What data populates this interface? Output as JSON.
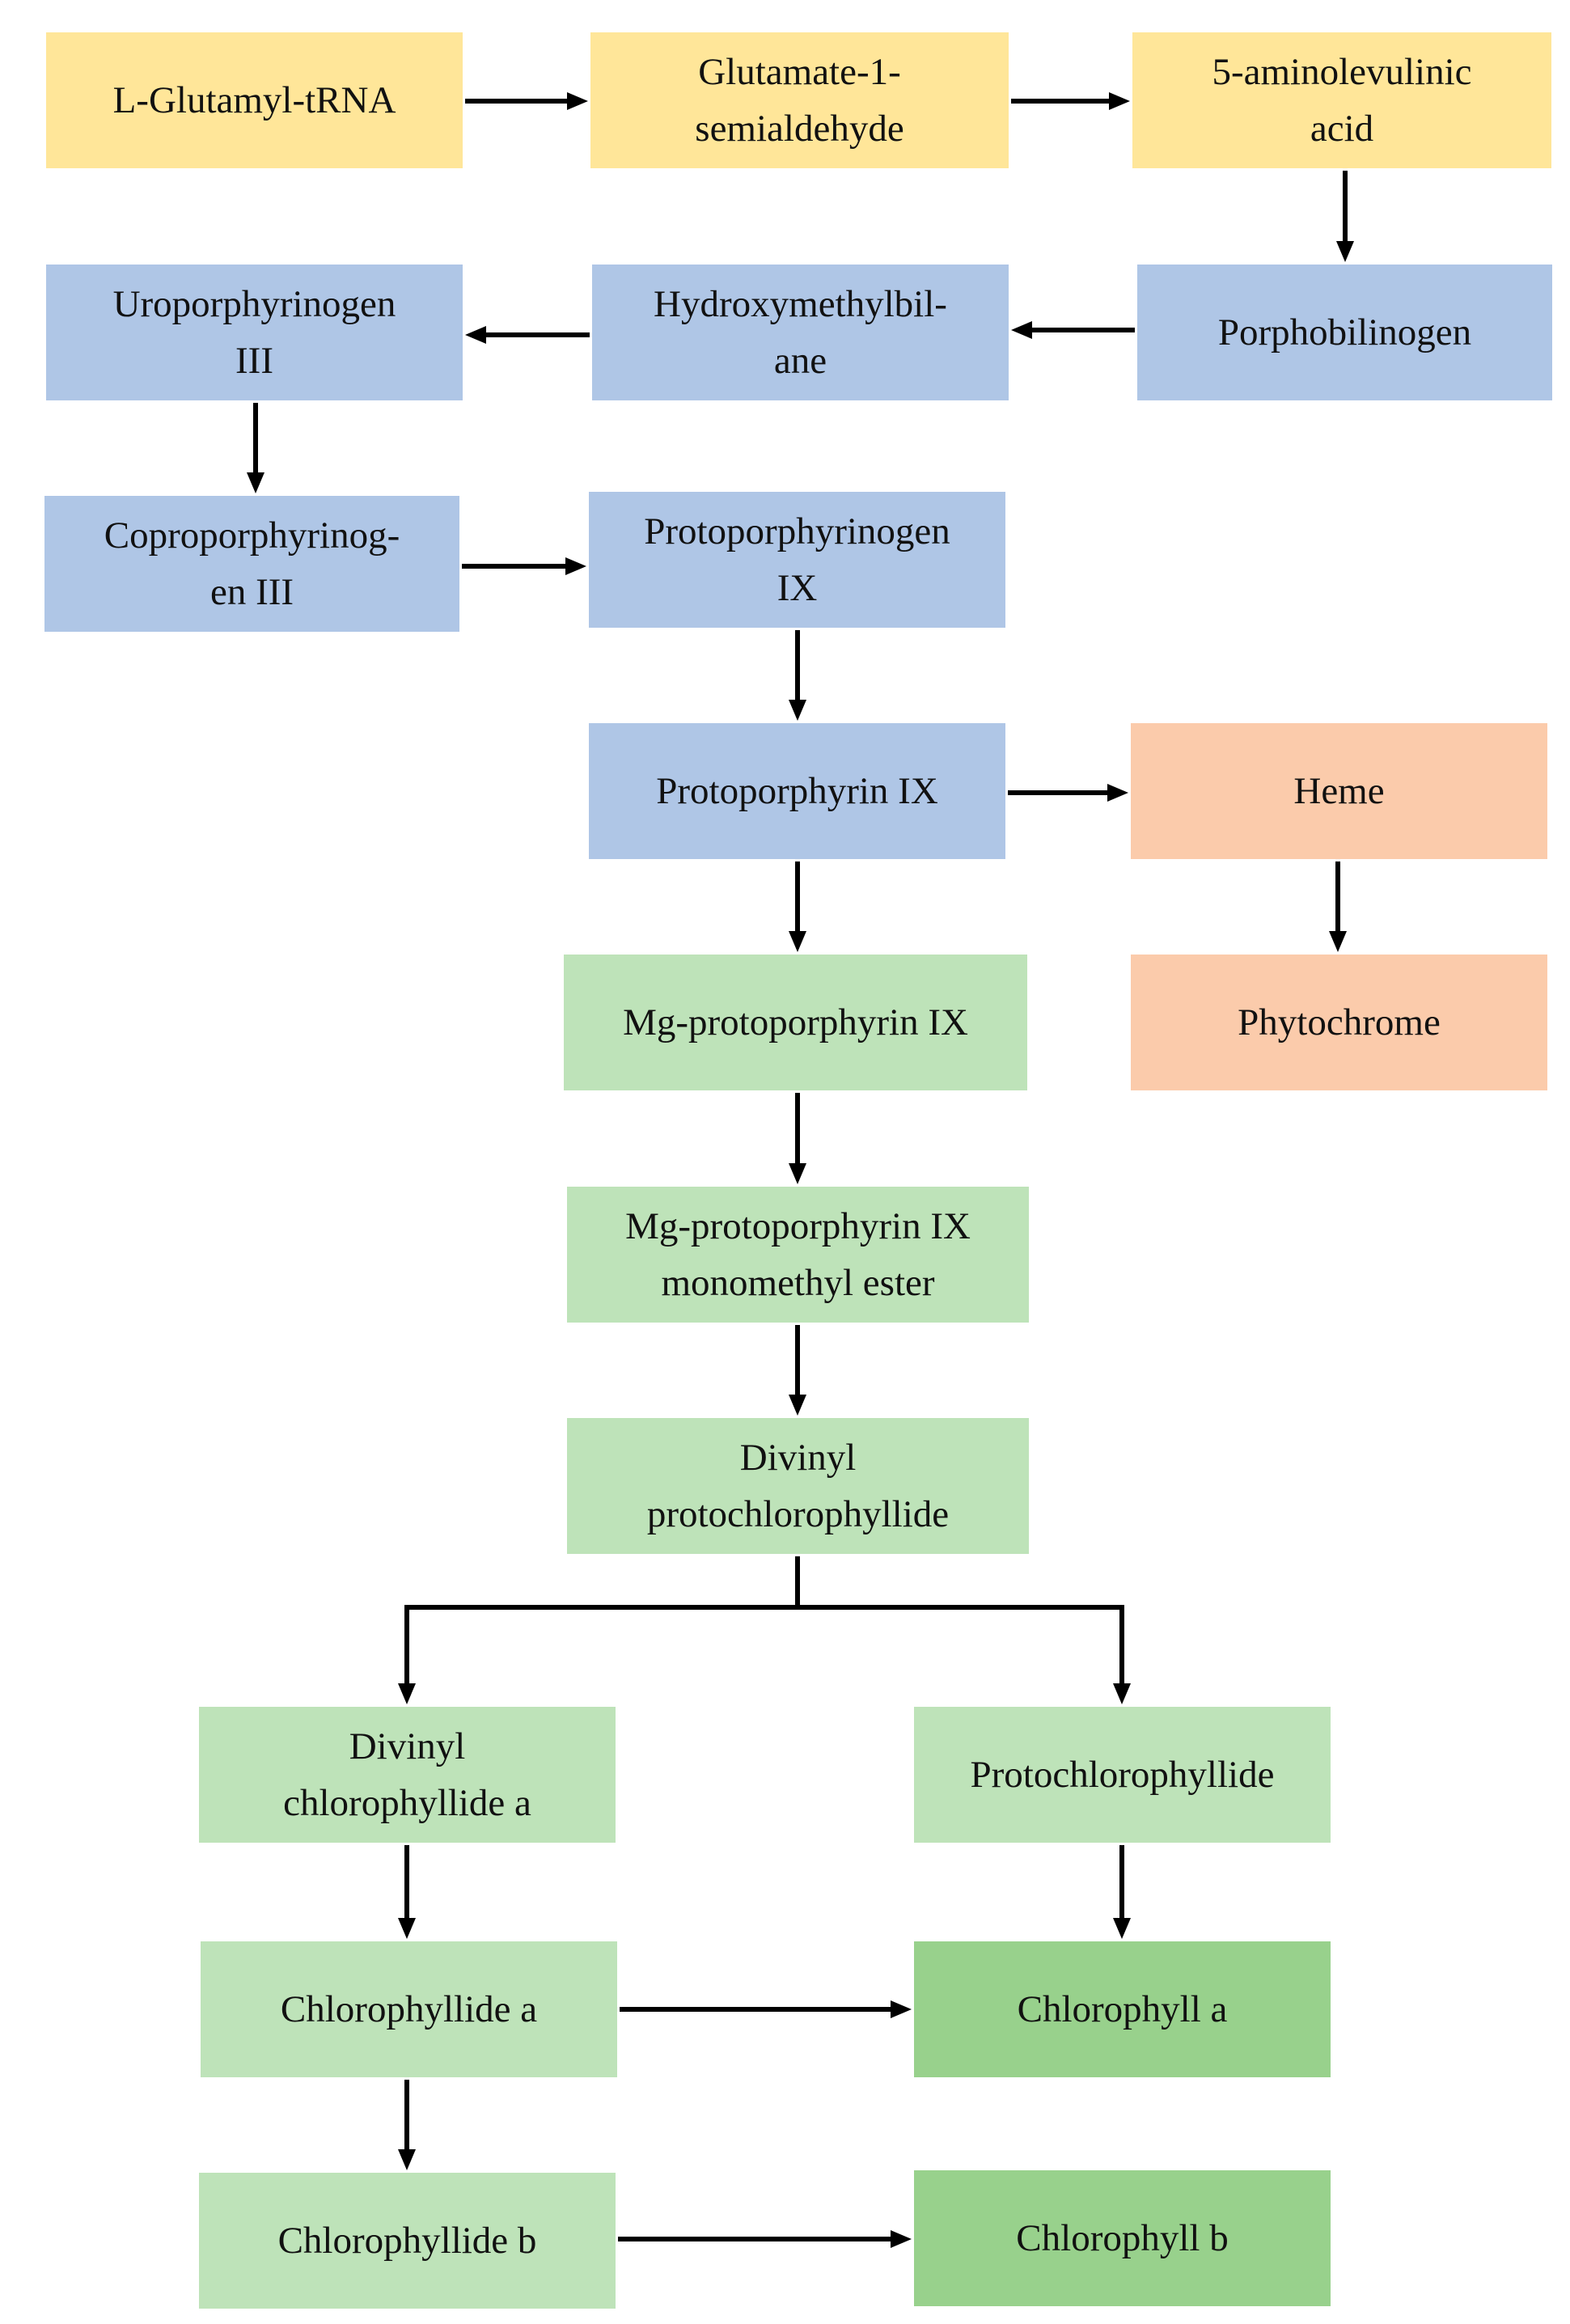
{
  "colors": {
    "yellow": "#FFE699",
    "blue": "#AFC6E6",
    "salmon": "#FBCBAB",
    "light_green": "#BEE3B9",
    "dark_green": "#98D18C",
    "arrow": "#000000"
  },
  "nodes": [
    {
      "id": "l-glutamyl-trna",
      "color": "yellow",
      "lines": [
        "L-Glutamyl-tRNA"
      ]
    },
    {
      "id": "glutamate-1-semialdehyde",
      "color": "yellow",
      "lines": [
        "Glutamate-1-",
        "semialdehyde"
      ]
    },
    {
      "id": "5-aminolevulinic-acid",
      "color": "yellow",
      "lines": [
        "5-aminolevulinic",
        "acid"
      ]
    },
    {
      "id": "porphobilinogen",
      "color": "blue",
      "lines": [
        "Porphobilinogen"
      ]
    },
    {
      "id": "hydroxymethylbilane",
      "color": "blue",
      "lines": [
        "Hydroxymethylbil-",
        "ane"
      ]
    },
    {
      "id": "uroporphyrinogen-iii",
      "color": "blue",
      "lines": [
        "Uroporphyrinogen",
        "III"
      ]
    },
    {
      "id": "coproporphyrinogen-iii",
      "color": "blue",
      "lines": [
        "Coproporphyrinog-",
        "en III"
      ]
    },
    {
      "id": "protoporphyrinogen-ix",
      "color": "blue",
      "lines": [
        "Protoporphyrinogen",
        "IX"
      ]
    },
    {
      "id": "protoporphyrin-ix",
      "color": "blue",
      "lines": [
        "Protoporphyrin IX"
      ]
    },
    {
      "id": "heme",
      "color": "salmon",
      "lines": [
        "Heme"
      ]
    },
    {
      "id": "phytochrome",
      "color": "salmon",
      "lines": [
        "Phytochrome"
      ]
    },
    {
      "id": "mg-protoporphyrin-ix",
      "color": "light_green",
      "lines": [
        "Mg-protoporphyrin IX"
      ]
    },
    {
      "id": "mg-protoporphyrin-ix-monomethyl-ester",
      "color": "light_green",
      "lines": [
        "Mg-protoporphyrin IX",
        "monomethyl ester"
      ]
    },
    {
      "id": "divinyl-protochlorophyllide",
      "color": "light_green",
      "lines": [
        "Divinyl",
        "protochlorophyllide"
      ]
    },
    {
      "id": "divinyl-chlorophyllide-a",
      "color": "light_green",
      "lines": [
        "Divinyl",
        "chlorophyllide a"
      ]
    },
    {
      "id": "protochlorophyllide",
      "color": "light_green",
      "lines": [
        "Protochlorophyllide"
      ]
    },
    {
      "id": "chlorophyllide-a",
      "color": "light_green",
      "lines": [
        "Chlorophyllide a"
      ]
    },
    {
      "id": "chlorophyll-a",
      "color": "dark_green",
      "lines": [
        "Chlorophyll a"
      ]
    },
    {
      "id": "chlorophyllide-b",
      "color": "light_green",
      "lines": [
        "Chlorophyllide b"
      ]
    },
    {
      "id": "chlorophyll-b",
      "color": "dark_green",
      "lines": [
        "Chlorophyll b"
      ]
    }
  ],
  "edges": [
    {
      "from": "l-glutamyl-trna",
      "to": "glutamate-1-semialdehyde"
    },
    {
      "from": "glutamate-1-semialdehyde",
      "to": "5-aminolevulinic-acid"
    },
    {
      "from": "5-aminolevulinic-acid",
      "to": "porphobilinogen"
    },
    {
      "from": "porphobilinogen",
      "to": "hydroxymethylbilane"
    },
    {
      "from": "hydroxymethylbilane",
      "to": "uroporphyrinogen-iii"
    },
    {
      "from": "uroporphyrinogen-iii",
      "to": "coproporphyrinogen-iii"
    },
    {
      "from": "coproporphyrinogen-iii",
      "to": "protoporphyrinogen-ix"
    },
    {
      "from": "protoporphyrinogen-ix",
      "to": "protoporphyrin-ix"
    },
    {
      "from": "protoporphyrin-ix",
      "to": "heme"
    },
    {
      "from": "heme",
      "to": "phytochrome"
    },
    {
      "from": "protoporphyrin-ix",
      "to": "mg-protoporphyrin-ix"
    },
    {
      "from": "mg-protoporphyrin-ix",
      "to": "mg-protoporphyrin-ix-monomethyl-ester"
    },
    {
      "from": "mg-protoporphyrin-ix-monomethyl-ester",
      "to": "divinyl-protochlorophyllide"
    },
    {
      "from": "divinyl-protochlorophyllide",
      "to": "divinyl-chlorophyllide-a"
    },
    {
      "from": "divinyl-protochlorophyllide",
      "to": "protochlorophyllide"
    },
    {
      "from": "divinyl-chlorophyllide-a",
      "to": "chlorophyllide-a"
    },
    {
      "from": "protochlorophyllide",
      "to": "chlorophyll-a"
    },
    {
      "from": "chlorophyllide-a",
      "to": "chlorophyll-a"
    },
    {
      "from": "chlorophyllide-a",
      "to": "chlorophyllide-b"
    },
    {
      "from": "chlorophyllide-b",
      "to": "chlorophyll-b"
    }
  ]
}
